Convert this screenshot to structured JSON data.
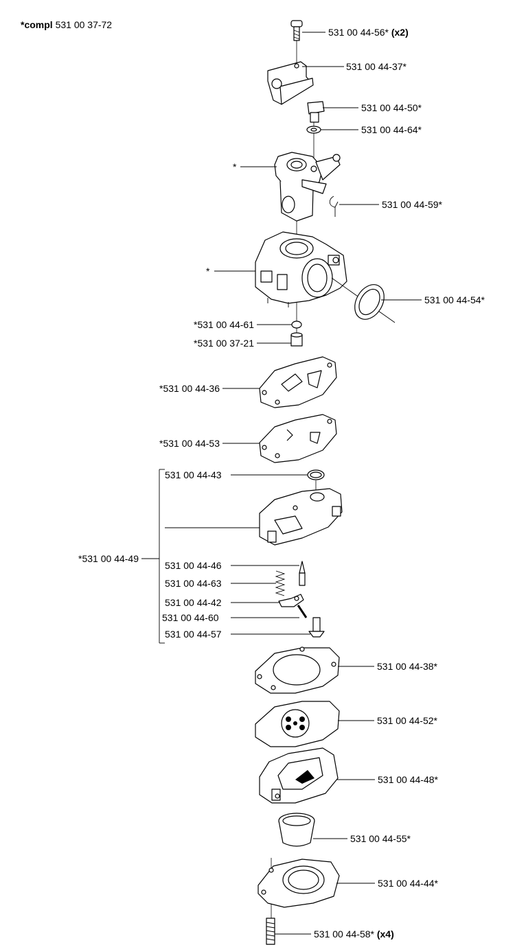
{
  "kit": {
    "prefix": "*compl",
    "number": "531 00 37-72"
  },
  "callouts": {
    "c1": "531 00 44-56*",
    "c1_qty": "(x2)",
    "c2": "531 00 44-37*",
    "c3": "531 00 44-50*",
    "c4": "531 00 44-64*",
    "c5": "*",
    "c6": "531 00 44-59*",
    "c7": "*",
    "c8": "531 00 44-54*",
    "c9": "*531 00 44-61",
    "c10": "*531 00 37-21",
    "c11": "*531 00 44-36",
    "c12": "*531 00 44-53",
    "c13": "531 00 44-43",
    "c14": "*531 00 44-49",
    "c15": "531 00 44-46",
    "c16": "531 00 44-63",
    "c17": "531 00 44-42",
    "c18": "531 00 44-60",
    "c19": "531 00 44-57",
    "c20": "531 00 44-38*",
    "c21": "531 00 44-52*",
    "c22": "531 00 44-48*",
    "c23": "531 00 44-55*",
    "c24": "531 00 44-44*",
    "c25": "531 00 44-58*",
    "c25_qty": "(x4)"
  }
}
